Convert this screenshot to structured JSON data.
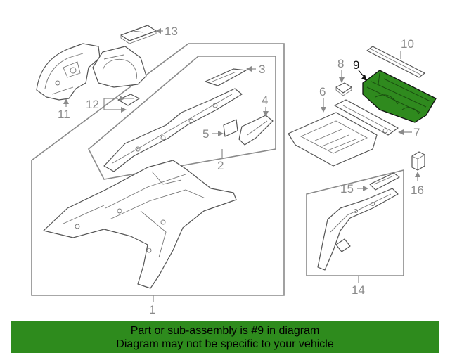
{
  "diagram": {
    "highlighted_part": "9",
    "highlight_color": "#2e8b1d",
    "callouts": {
      "c1": "1",
      "c2": "2",
      "c3": "3",
      "c4": "4",
      "c5": "5",
      "c6": "6",
      "c7": "7",
      "c8": "8",
      "c9": "9",
      "c10": "10",
      "c11": "11",
      "c12": "12",
      "c13": "13",
      "c14": "14",
      "c15": "15",
      "c16": "16"
    }
  },
  "footer": {
    "line1": "Part or sub-assembly is #9 in diagram",
    "line2": "Diagram may not be specific to your vehicle"
  }
}
